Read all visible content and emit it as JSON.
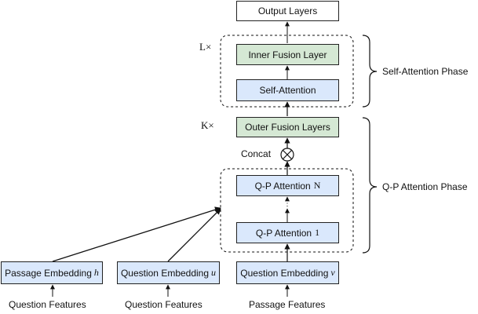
{
  "nodes": {
    "output_layers": "Output Layers",
    "inner_fusion": "Inner Fusion Layer",
    "self_attention": "Self-Attention",
    "outer_fusion": "Outer Fusion Layers",
    "concat": "Concat",
    "qp_attention_n": "Q-P Attention",
    "qp_attention_n_var": "N",
    "qp_attention_1": "Q-P Attention",
    "qp_attention_1_var": "1",
    "passage_embedding": "Passage Embedding",
    "passage_embedding_var": "h",
    "question_embedding_u": "Question Embedding",
    "question_embedding_u_var": "u",
    "question_embedding_v": "Question Embedding",
    "question_embedding_v_var": "v"
  },
  "inputs": {
    "left": "Question Features",
    "middle": "Question Features",
    "right": "Passage Features"
  },
  "repeat": {
    "l": "L×",
    "k": "K×"
  },
  "phases": {
    "self_attention": "Self-Attention Phase",
    "qp_attention": "Q-P Attention Phase"
  },
  "colors": {
    "blue_fill": "#dae8fc",
    "green_fill": "#d5e8d4",
    "stroke": "#222222"
  }
}
